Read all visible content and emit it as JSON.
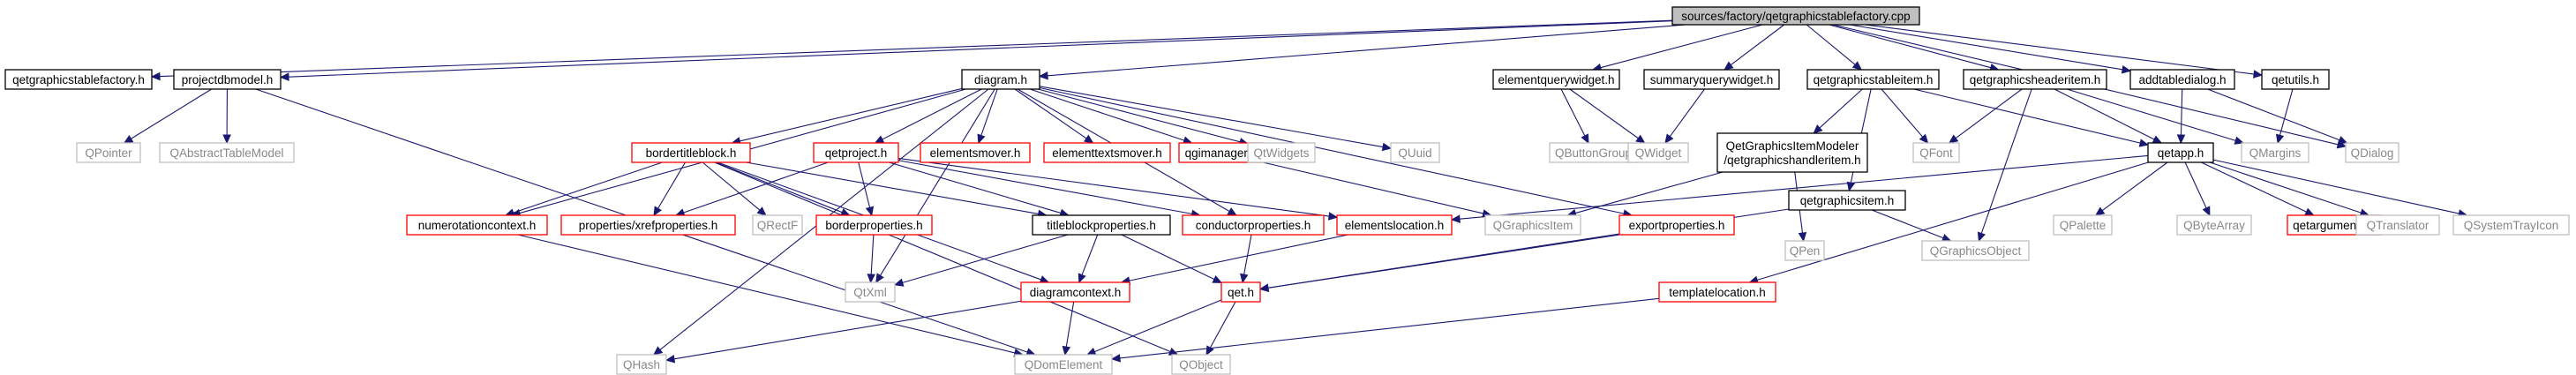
{
  "colors": {
    "edge": "#191970",
    "root_fill": "#bfbfbf",
    "border_black": "#000000",
    "border_red": "#ff0000",
    "border_gray": "#bfbfbf",
    "text_gray": "#888888"
  },
  "nodes": [
    {
      "id": "root",
      "label": "sources/factory/qetgraphicstablefactory.cpp",
      "kind": "root"
    },
    {
      "id": "qgtf_h",
      "label": "qetgraphicstablefactory.h",
      "kind": "doc"
    },
    {
      "id": "projectdbmodel",
      "label": "projectdbmodel.h",
      "kind": "doc"
    },
    {
      "id": "diagram",
      "label": "diagram.h",
      "kind": "doc"
    },
    {
      "id": "elementquerywidget",
      "label": "elementquerywidget.h",
      "kind": "doc"
    },
    {
      "id": "summaryquerywidget",
      "label": "summaryquerywidget.h",
      "kind": "doc"
    },
    {
      "id": "qetgraphicstableitem",
      "label": "qetgraphicstableitem.h",
      "kind": "doc"
    },
    {
      "id": "qetgraphicsheaderitem",
      "label": "qetgraphicsheaderitem.h",
      "kind": "doc"
    },
    {
      "id": "addtabledialog",
      "label": "addtabledialog.h",
      "kind": "doc"
    },
    {
      "id": "qetutils",
      "label": "qetutils.h",
      "kind": "doc"
    },
    {
      "id": "QDialog",
      "label": "QDialog",
      "kind": "ext"
    },
    {
      "id": "QPointer",
      "label": "QPointer",
      "kind": "ext"
    },
    {
      "id": "QAbstractTableModel",
      "label": "QAbstractTableModel",
      "kind": "ext"
    },
    {
      "id": "bordertitleblock",
      "label": "bordertitleblock.h",
      "kind": "red"
    },
    {
      "id": "qetproject",
      "label": "qetproject.h",
      "kind": "red"
    },
    {
      "id": "elementsmover",
      "label": "elementsmover.h",
      "kind": "red"
    },
    {
      "id": "elementtextsmover",
      "label": "elementtextsmover.h",
      "kind": "red"
    },
    {
      "id": "qgimanager",
      "label": "qgimanager.h",
      "kind": "red"
    },
    {
      "id": "QtWidgets",
      "label": "QtWidgets",
      "kind": "ext"
    },
    {
      "id": "QUuid",
      "label": "QUuid",
      "kind": "ext"
    },
    {
      "id": "QButtonGroup",
      "label": "QButtonGroup",
      "kind": "ext"
    },
    {
      "id": "QWidget",
      "label": "QWidget",
      "kind": "ext"
    },
    {
      "id": "qgihandler",
      "label": [
        "QetGraphicsItemModeler",
        "/qetgraphicshandleritem.h"
      ],
      "kind": "doc"
    },
    {
      "id": "qetgraphicsitem",
      "label": "qetgraphicsitem.h",
      "kind": "doc"
    },
    {
      "id": "QFont",
      "label": "QFont",
      "kind": "ext"
    },
    {
      "id": "qetapp",
      "label": "qetapp.h",
      "kind": "doc"
    },
    {
      "id": "QMargins",
      "label": "QMargins",
      "kind": "ext"
    },
    {
      "id": "numerotationcontext",
      "label": "numerotationcontext.h",
      "kind": "red"
    },
    {
      "id": "xrefproperties",
      "label": "properties/xrefproperties.h",
      "kind": "red"
    },
    {
      "id": "QRectF",
      "label": "QRectF",
      "kind": "ext"
    },
    {
      "id": "borderproperties",
      "label": "borderproperties.h",
      "kind": "red"
    },
    {
      "id": "titleblockproperties",
      "label": "titleblockproperties.h",
      "kind": "doc"
    },
    {
      "id": "conductorproperties",
      "label": "conductorproperties.h",
      "kind": "red"
    },
    {
      "id": "elementslocation",
      "label": "elementslocation.h",
      "kind": "red"
    },
    {
      "id": "QGraphicsItem",
      "label": "QGraphicsItem",
      "kind": "ext"
    },
    {
      "id": "exportproperties",
      "label": "exportproperties.h",
      "kind": "red"
    },
    {
      "id": "QPen",
      "label": "QPen",
      "kind": "ext"
    },
    {
      "id": "QGraphicsObject",
      "label": "QGraphicsObject",
      "kind": "ext"
    },
    {
      "id": "QPalette",
      "label": "QPalette",
      "kind": "ext"
    },
    {
      "id": "QByteArray",
      "label": "QByteArray",
      "kind": "ext"
    },
    {
      "id": "qetarguments",
      "label": "qetarguments.h",
      "kind": "red"
    },
    {
      "id": "QTranslator",
      "label": "QTranslator",
      "kind": "ext"
    },
    {
      "id": "QSystemTrayIcon",
      "label": "QSystemTrayIcon",
      "kind": "ext"
    },
    {
      "id": "QtXml",
      "label": "QtXml",
      "kind": "ext"
    },
    {
      "id": "diagramcontext",
      "label": "diagramcontext.h",
      "kind": "red"
    },
    {
      "id": "qet",
      "label": "qet.h",
      "kind": "red"
    },
    {
      "id": "templatelocation",
      "label": "templatelocation.h",
      "kind": "red"
    },
    {
      "id": "QHash",
      "label": "QHash",
      "kind": "ext"
    },
    {
      "id": "QDomElement",
      "label": "QDomElement",
      "kind": "ext"
    },
    {
      "id": "QObject",
      "label": "QObject",
      "kind": "ext"
    }
  ],
  "edges": [
    [
      "root",
      "qgtf_h"
    ],
    [
      "root",
      "projectdbmodel"
    ],
    [
      "root",
      "diagram"
    ],
    [
      "root",
      "elementquerywidget"
    ],
    [
      "root",
      "summaryquerywidget"
    ],
    [
      "root",
      "qetgraphicstableitem"
    ],
    [
      "root",
      "qetgraphicsheaderitem"
    ],
    [
      "root",
      "addtabledialog"
    ],
    [
      "root",
      "qetutils"
    ],
    [
      "root",
      "QDialog"
    ],
    [
      "projectdbmodel",
      "QPointer"
    ],
    [
      "projectdbmodel",
      "QAbstractTableModel"
    ],
    [
      "projectdbmodel",
      "QDomElement"
    ],
    [
      "diagram",
      "bordertitleblock"
    ],
    [
      "diagram",
      "qetproject"
    ],
    [
      "diagram",
      "elementsmover"
    ],
    [
      "diagram",
      "elementtextsmover"
    ],
    [
      "diagram",
      "qgimanager"
    ],
    [
      "diagram",
      "QtWidgets"
    ],
    [
      "diagram",
      "QUuid"
    ],
    [
      "diagram",
      "numerotationcontext"
    ],
    [
      "diagram",
      "conductorproperties"
    ],
    [
      "diagram",
      "exportproperties"
    ],
    [
      "diagram",
      "QtXml"
    ],
    [
      "diagram",
      "QHash"
    ],
    [
      "elementquerywidget",
      "QButtonGroup"
    ],
    [
      "elementquerywidget",
      "QWidget"
    ],
    [
      "summaryquerywidget",
      "QWidget"
    ],
    [
      "qetgraphicstableitem",
      "qgihandler"
    ],
    [
      "qetgraphicstableitem",
      "qetgraphicsitem"
    ],
    [
      "qetgraphicstableitem",
      "QFont"
    ],
    [
      "qetgraphicstableitem",
      "qetapp"
    ],
    [
      "qetgraphicsheaderitem",
      "QFont"
    ],
    [
      "qetgraphicsheaderitem",
      "qetapp"
    ],
    [
      "qetgraphicsheaderitem",
      "QMargins"
    ],
    [
      "qetgraphicsheaderitem",
      "QGraphicsObject"
    ],
    [
      "addtabledialog",
      "qetapp"
    ],
    [
      "addtabledialog",
      "QDialog"
    ],
    [
      "qetutils",
      "QMargins"
    ],
    [
      "bordertitleblock",
      "numerotationcontext"
    ],
    [
      "bordertitleblock",
      "xrefproperties"
    ],
    [
      "bordertitleblock",
      "QRectF"
    ],
    [
      "bordertitleblock",
      "borderproperties"
    ],
    [
      "bordertitleblock",
      "titleblockproperties"
    ],
    [
      "bordertitleblock",
      "diagramcontext"
    ],
    [
      "bordertitleblock",
      "QObject"
    ],
    [
      "qetproject",
      "xrefproperties"
    ],
    [
      "qetproject",
      "borderproperties"
    ],
    [
      "qetproject",
      "titleblockproperties"
    ],
    [
      "qetproject",
      "conductorproperties"
    ],
    [
      "qetproject",
      "elementslocation"
    ],
    [
      "qgimanager",
      "QGraphicsItem"
    ],
    [
      "qgihandler",
      "QGraphicsItem"
    ],
    [
      "qgihandler",
      "QPen"
    ],
    [
      "qetgraphicsitem",
      "QGraphicsObject"
    ],
    [
      "qetgraphicsitem",
      "qet"
    ],
    [
      "qetapp",
      "elementslocation"
    ],
    [
      "qetapp",
      "QPalette"
    ],
    [
      "qetapp",
      "QByteArray"
    ],
    [
      "qetapp",
      "qetarguments"
    ],
    [
      "qetapp",
      "QTranslator"
    ],
    [
      "qetapp",
      "QSystemTrayIcon"
    ],
    [
      "qetapp",
      "templatelocation"
    ],
    [
      "numerotationcontext",
      "QDomElement"
    ],
    [
      "borderproperties",
      "QtXml"
    ],
    [
      "titleblockproperties",
      "QtXml"
    ],
    [
      "titleblockproperties",
      "diagramcontext"
    ],
    [
      "titleblockproperties",
      "qet"
    ],
    [
      "conductorproperties",
      "qet"
    ],
    [
      "elementslocation",
      "diagramcontext"
    ],
    [
      "exportproperties",
      "qet"
    ],
    [
      "diagramcontext",
      "QHash"
    ],
    [
      "diagramcontext",
      "QDomElement"
    ],
    [
      "qet",
      "QDomElement"
    ],
    [
      "qet",
      "QObject"
    ],
    [
      "templatelocation",
      "QDomElement"
    ]
  ]
}
